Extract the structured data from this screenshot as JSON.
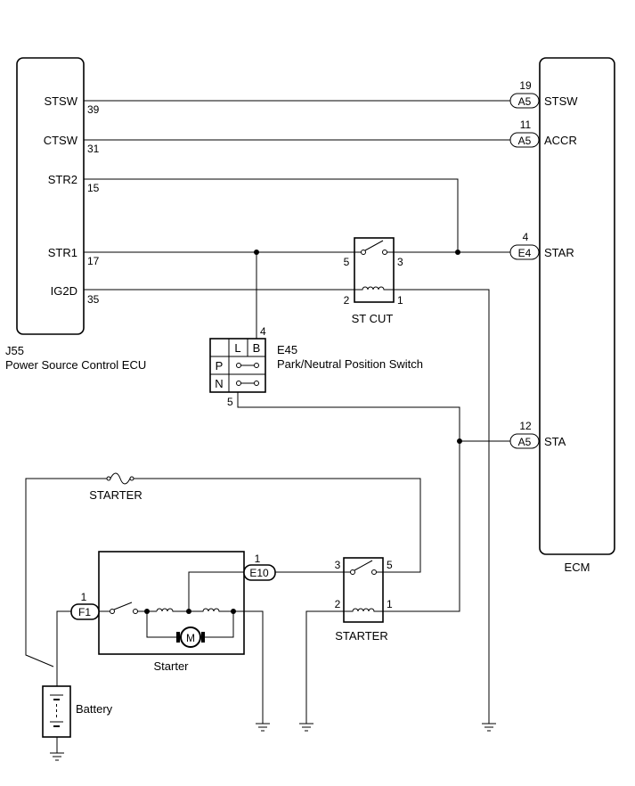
{
  "ecu_j55": {
    "code": "J55",
    "name": "Power Source Control ECU",
    "terminals": [
      {
        "label": "STSW",
        "pin": "39"
      },
      {
        "label": "CTSW",
        "pin": "31"
      },
      {
        "label": "STR2",
        "pin": "15"
      },
      {
        "label": "STR1",
        "pin": "17"
      },
      {
        "label": "IG2D",
        "pin": "35"
      }
    ]
  },
  "ecm": {
    "name": "ECM",
    "terminals": [
      {
        "label": "STSW",
        "connector": "A5",
        "pin": "19"
      },
      {
        "label": "ACCR",
        "connector": "A5",
        "pin": "11"
      },
      {
        "label": "STAR",
        "connector": "E4",
        "pin": "4"
      },
      {
        "label": "STA",
        "connector": "A5",
        "pin": "12"
      }
    ]
  },
  "st_cut_relay": {
    "name": "ST CUT",
    "pins": {
      "p5": "5",
      "p3": "3",
      "p2": "2",
      "p1": "1"
    }
  },
  "pnp_switch": {
    "code": "E45",
    "name": "Park/Neutral Position Switch",
    "pin_top": "4",
    "pin_bottom": "5",
    "col_l": "L",
    "col_b": "B",
    "row_p": "P",
    "row_n": "N"
  },
  "starter_fuse": {
    "name": "STARTER"
  },
  "starter_relay": {
    "name": "STARTER",
    "pins": {
      "p3": "3",
      "p5": "5",
      "p2": "2",
      "p1": "1"
    }
  },
  "starter": {
    "name": "Starter",
    "connector_e10": "E10",
    "connector_e10_pin": "1",
    "connector_f1": "F1",
    "connector_f1_pin": "1",
    "motor": "M"
  },
  "battery": {
    "name": "Battery"
  }
}
